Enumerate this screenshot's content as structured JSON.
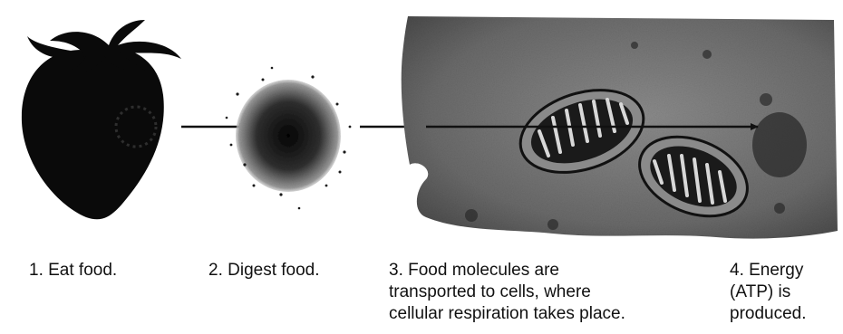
{
  "steps": [
    {
      "caption": "1. Eat food.",
      "icon": "strawberry-icon"
    },
    {
      "caption": "2. Digest food.",
      "icon": "digested-food-blob"
    },
    {
      "caption": "3.  Food molecules are\ntransported to cells, where\ncellular respiration takes place.",
      "icon": "cell-with-mitochondria"
    },
    {
      "caption": "4.  Energy\n(ATP) is\nproduced.",
      "icon": "energy-region"
    }
  ],
  "colors": {
    "ink": "#111111",
    "strawberry": "#0a0a0a",
    "cell_fill": "#6e6e6e",
    "mitochondria_fill": "#8a8a8a"
  }
}
